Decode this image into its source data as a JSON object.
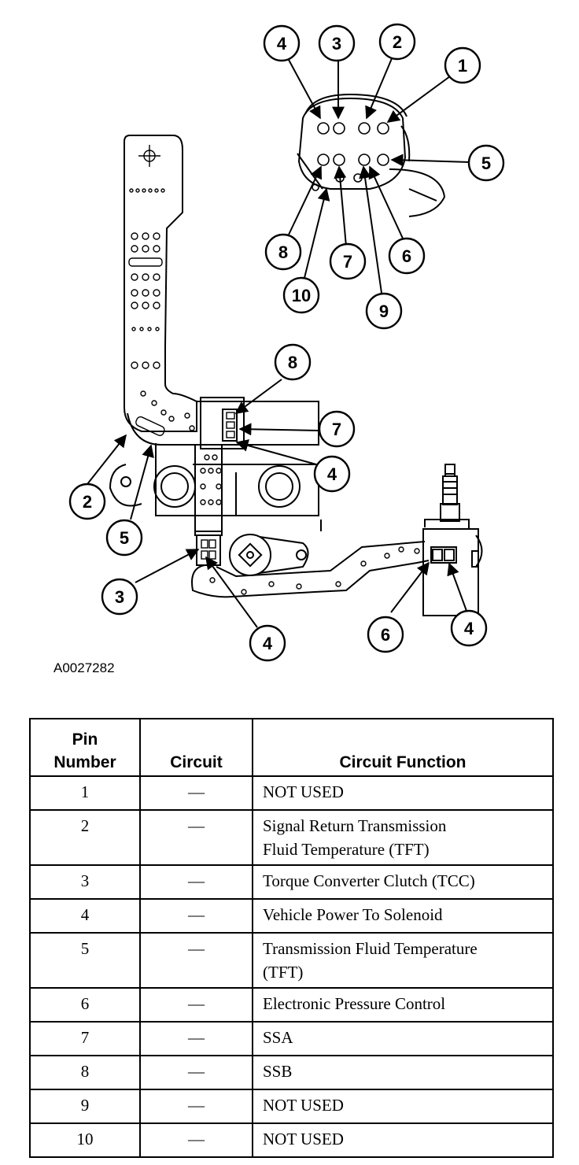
{
  "figure_id": "A0027282",
  "callouts": {
    "connector_face": [
      "4",
      "3",
      "2",
      "1",
      "5",
      "8",
      "7",
      "6",
      "10",
      "9"
    ],
    "internal_harness": [
      "8",
      "7",
      "4",
      "2",
      "5",
      "3",
      "4",
      "6",
      "4"
    ]
  },
  "table": {
    "headers": {
      "pin_line1": "Pin",
      "pin_line2": "Number",
      "circuit": "Circuit",
      "function": "Circuit Function"
    },
    "rows": [
      {
        "pin": "1",
        "circuit": "—",
        "function_lines": [
          "NOT USED"
        ]
      },
      {
        "pin": "2",
        "circuit": "—",
        "function_lines": [
          "Signal Return Transmission",
          "Fluid Temperature (TFT)"
        ]
      },
      {
        "pin": "3",
        "circuit": "—",
        "function_lines": [
          "Torque Converter Clutch (TCC)"
        ]
      },
      {
        "pin": "4",
        "circuit": "—",
        "function_lines": [
          "Vehicle Power To Solenoid"
        ]
      },
      {
        "pin": "5",
        "circuit": "—",
        "function_lines": [
          "Transmission Fluid Temperature",
          "(TFT)"
        ]
      },
      {
        "pin": "6",
        "circuit": "—",
        "function_lines": [
          "Electronic Pressure Control"
        ]
      },
      {
        "pin": "7",
        "circuit": "—",
        "function_lines": [
          "SSA"
        ]
      },
      {
        "pin": "8",
        "circuit": "—",
        "function_lines": [
          "SSB"
        ]
      },
      {
        "pin": "9",
        "circuit": "—",
        "function_lines": [
          "NOT USED"
        ]
      },
      {
        "pin": "10",
        "circuit": "—",
        "function_lines": [
          "NOT USED"
        ]
      }
    ]
  }
}
